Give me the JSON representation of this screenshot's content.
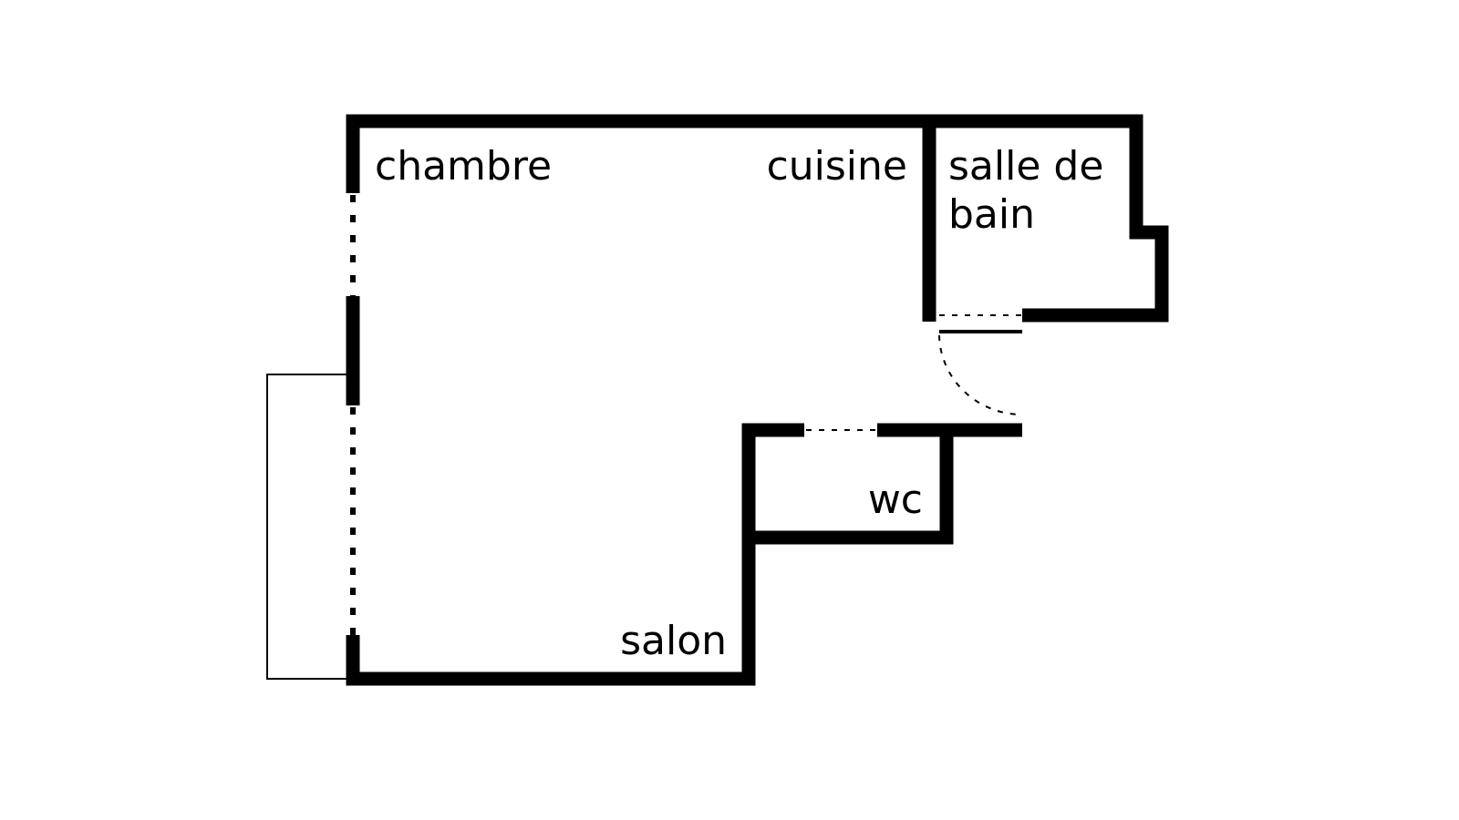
{
  "colors": {
    "wall": "#000000",
    "background": "#ffffff"
  },
  "rooms": {
    "chambre": "chambre",
    "cuisine": "cuisine",
    "salle_de_bain_line1": "salle de",
    "salle_de_bain_line2": "bain",
    "wc": "wc",
    "salon": "salon"
  }
}
